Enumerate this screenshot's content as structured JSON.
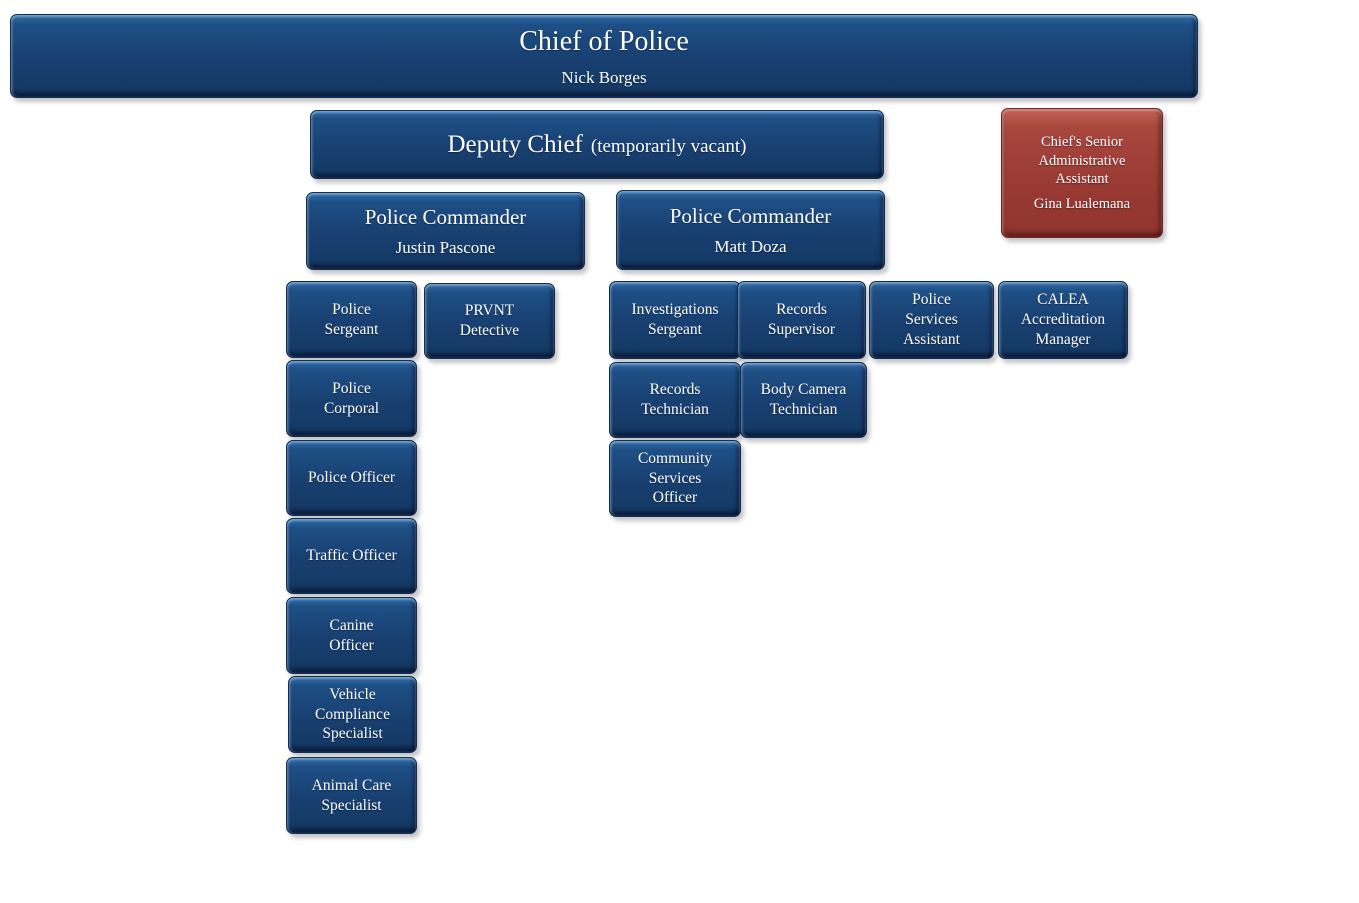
{
  "colors": {
    "node_blue": "#1a4572",
    "node_red": "#9c3c34",
    "text": "#ffffff",
    "background": "#ffffff"
  },
  "nodes": {
    "chief": {
      "title": "Chief of Police",
      "name": "Nick Borges"
    },
    "deputy_chief": {
      "title": "Deputy Chief",
      "note": "(temporarily vacant)"
    },
    "senior_admin_assistant": {
      "title": "Chief's Senior\nAdministrative\nAssistant",
      "name": "Gina Lualemana"
    },
    "commander_pascone": {
      "title": "Police Commander",
      "name": "Justin Pascone"
    },
    "commander_doza": {
      "title": "Police Commander",
      "name": "Matt Doza"
    },
    "police_sergeant": {
      "title": "Police\nSergeant"
    },
    "prvnt_detective": {
      "title": "PRVNT\nDetective"
    },
    "police_corporal": {
      "title": "Police\nCorporal"
    },
    "police_officer": {
      "title": "Police Officer"
    },
    "traffic_officer": {
      "title": "Traffic Officer"
    },
    "canine_officer": {
      "title": "Canine\nOfficer"
    },
    "vehicle_compliance_specialist": {
      "title": "Vehicle\nCompliance\nSpecialist"
    },
    "animal_care_specialist": {
      "title": "Animal Care\nSpecialist"
    },
    "investigations_sergeant": {
      "title": "Investigations\nSergeant"
    },
    "records_supervisor": {
      "title": "Records\nSupervisor"
    },
    "police_services_assistant": {
      "title": "Police\nServices\nAssistant"
    },
    "calea_accreditation_manager": {
      "title": "CALEA\nAccreditation\nManager"
    },
    "records_technician": {
      "title": "Records\nTechnician"
    },
    "body_camera_technician": {
      "title": "Body Camera\nTechnician"
    },
    "community_services_officer": {
      "title": "Community\nServices\nOfficer"
    }
  }
}
